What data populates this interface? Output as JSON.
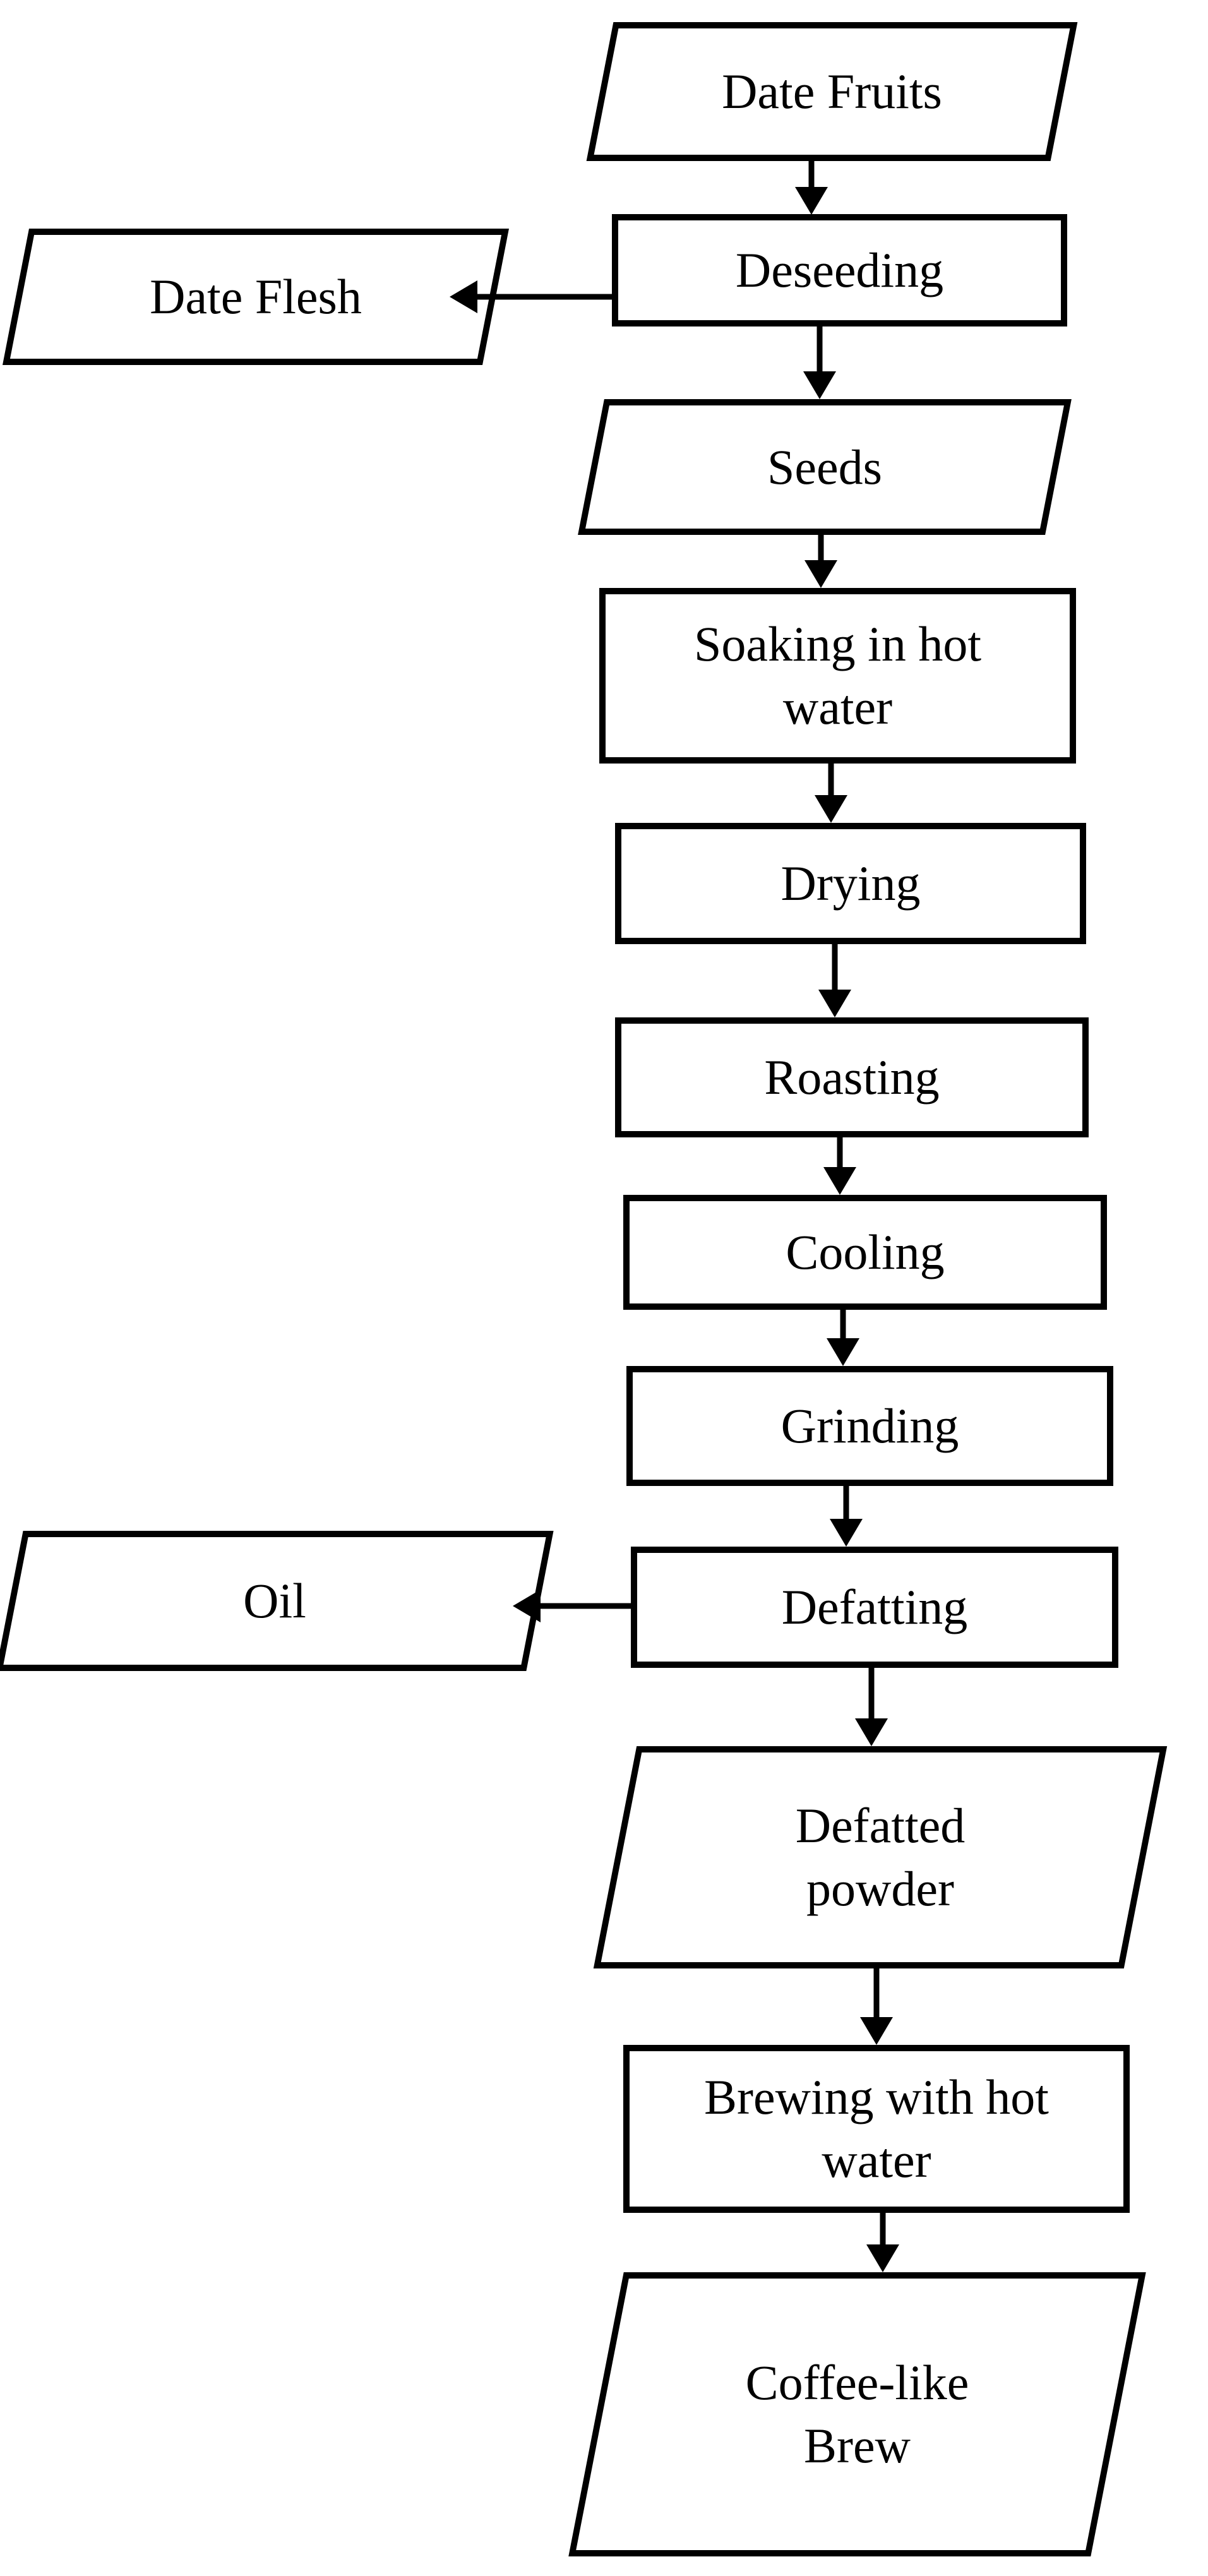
{
  "diagram": {
    "type": "flowchart",
    "background_color": "#ffffff",
    "stroke_color": "#000000",
    "text_color": "#000000",
    "nodes": [
      {
        "id": "date-fruits",
        "shape": "parallelogram",
        "label": "Date Fruits"
      },
      {
        "id": "deseeding",
        "shape": "rectangle",
        "label": "Deseeding"
      },
      {
        "id": "date-flesh",
        "shape": "parallelogram",
        "label": "Date Flesh"
      },
      {
        "id": "seeds",
        "shape": "parallelogram",
        "label": "Seeds"
      },
      {
        "id": "soaking",
        "shape": "rectangle",
        "label": "Soaking in hot\nwater"
      },
      {
        "id": "drying",
        "shape": "rectangle",
        "label": "Drying"
      },
      {
        "id": "roasting",
        "shape": "rectangle",
        "label": "Roasting"
      },
      {
        "id": "cooling",
        "shape": "rectangle",
        "label": "Cooling"
      },
      {
        "id": "grinding",
        "shape": "rectangle",
        "label": "Grinding"
      },
      {
        "id": "defatting",
        "shape": "rectangle",
        "label": "Defatting"
      },
      {
        "id": "oil",
        "shape": "parallelogram",
        "label": "Oil"
      },
      {
        "id": "defatted-powder",
        "shape": "parallelogram",
        "label": "Defatted\npowder"
      },
      {
        "id": "brewing",
        "shape": "rectangle",
        "label": "Brewing with hot\nwater"
      },
      {
        "id": "coffee-like-brew",
        "shape": "parallelogram",
        "label": "Coffee-like\nBrew"
      }
    ],
    "edges": [
      {
        "from": "date-fruits",
        "to": "deseeding",
        "direction": "down"
      },
      {
        "from": "deseeding",
        "to": "date-flesh",
        "direction": "left"
      },
      {
        "from": "deseeding",
        "to": "seeds",
        "direction": "down"
      },
      {
        "from": "seeds",
        "to": "soaking",
        "direction": "down"
      },
      {
        "from": "soaking",
        "to": "drying",
        "direction": "down"
      },
      {
        "from": "drying",
        "to": "roasting",
        "direction": "down"
      },
      {
        "from": "roasting",
        "to": "cooling",
        "direction": "down"
      },
      {
        "from": "cooling",
        "to": "grinding",
        "direction": "down"
      },
      {
        "from": "grinding",
        "to": "defatting",
        "direction": "down"
      },
      {
        "from": "defatting",
        "to": "oil",
        "direction": "left"
      },
      {
        "from": "defatting",
        "to": "defatted-powder",
        "direction": "down"
      },
      {
        "from": "defatted-powder",
        "to": "brewing",
        "direction": "down"
      },
      {
        "from": "brewing",
        "to": "coffee-like-brew",
        "direction": "down"
      }
    ]
  }
}
